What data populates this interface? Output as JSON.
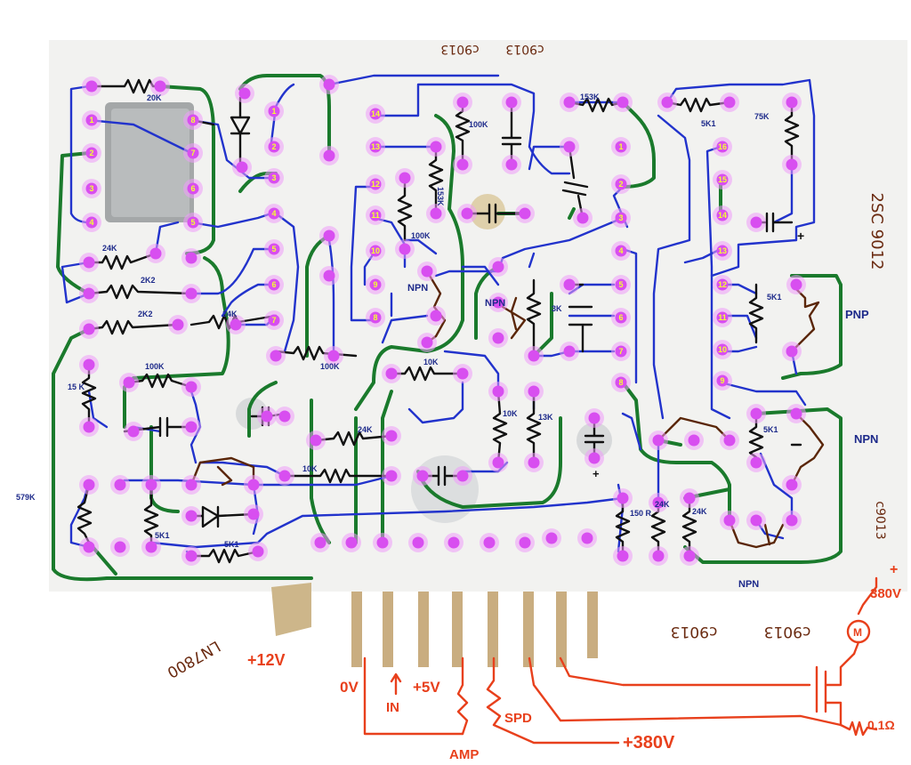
{
  "ic_part_labels": {
    "top_left": "c9013",
    "top_right": "c9013",
    "right_transistor": "2SC 9012",
    "right_side": "c9013",
    "bottom_left": "c9013",
    "bottom_right": "c9013",
    "regulator": "LN7800"
  },
  "component_values": {
    "r_20k": "20K",
    "r_24k_a": "24K",
    "r_2k2_a": "2K2",
    "r_2k2_b": "2K2",
    "r_24k_b": "24K",
    "r_15k": "15 K",
    "r_100k_a": "100K",
    "r_579k": "579K",
    "r_5k1_a": "5K1",
    "r_5k1_b": "5K1",
    "r_100k_b": "100K",
    "r_153k_a": "153K",
    "r_100k_c": "100K",
    "r_100k_d": "100K",
    "r_10k_a": "10K",
    "r_10k_b": "10K",
    "r_24k_c": "24K",
    "r_10k_c": "10K",
    "r_13k": "13K",
    "r_3k": "3K",
    "r_153k_b": "153K",
    "r_5k1_c": "5K1",
    "r_75k": "75K",
    "r_5k1_d": "5K1",
    "r_5k1_e": "5K1",
    "r_150r": "150 R",
    "r_24k_d": "24K",
    "r_24k_e": "24K",
    "r_01": "0.1Ω"
  },
  "transistor_labels": {
    "npn_a": "NPN",
    "npn_b": "NPN",
    "pnp": "PNP",
    "npn_c": "NPN",
    "npn_d": "NPN"
  },
  "terminal_labels": {
    "v12": "+12V",
    "v0": "0V",
    "in": "IN",
    "v5": "+5V",
    "amp": "AMP",
    "spd": "SPD",
    "v380": "+380V",
    "v380_top": "380V",
    "plus": "+",
    "motor": "M"
  },
  "ic1_pins_left": [
    "1",
    "2",
    "3",
    "4"
  ],
  "ic1_pins_right": [
    "8",
    "7",
    "6",
    "5"
  ],
  "mid_left_pins": [
    "1",
    "2",
    "3",
    "4",
    "5",
    "6",
    "7"
  ],
  "ic_mid_left_pins": [
    "14",
    "13",
    "12",
    "11",
    "10",
    "9",
    "8"
  ],
  "ic_mid_right_pins": [
    "1",
    "2",
    "3",
    "4",
    "5",
    "6",
    "7",
    "8"
  ],
  "ic_right_pins": [
    "16",
    "15",
    "14",
    "13",
    "12",
    "11",
    "10",
    "9"
  ],
  "colors": {
    "pad": "#d84ef0",
    "pad_number": "#f3ff30",
    "trace_top": "#2233cc",
    "trace_bottom": "#1a7a2c",
    "component": "#111111",
    "external_wiring": "#e8401c",
    "part_marking": "#6a2a10",
    "value_text": "#1d2a8a"
  }
}
